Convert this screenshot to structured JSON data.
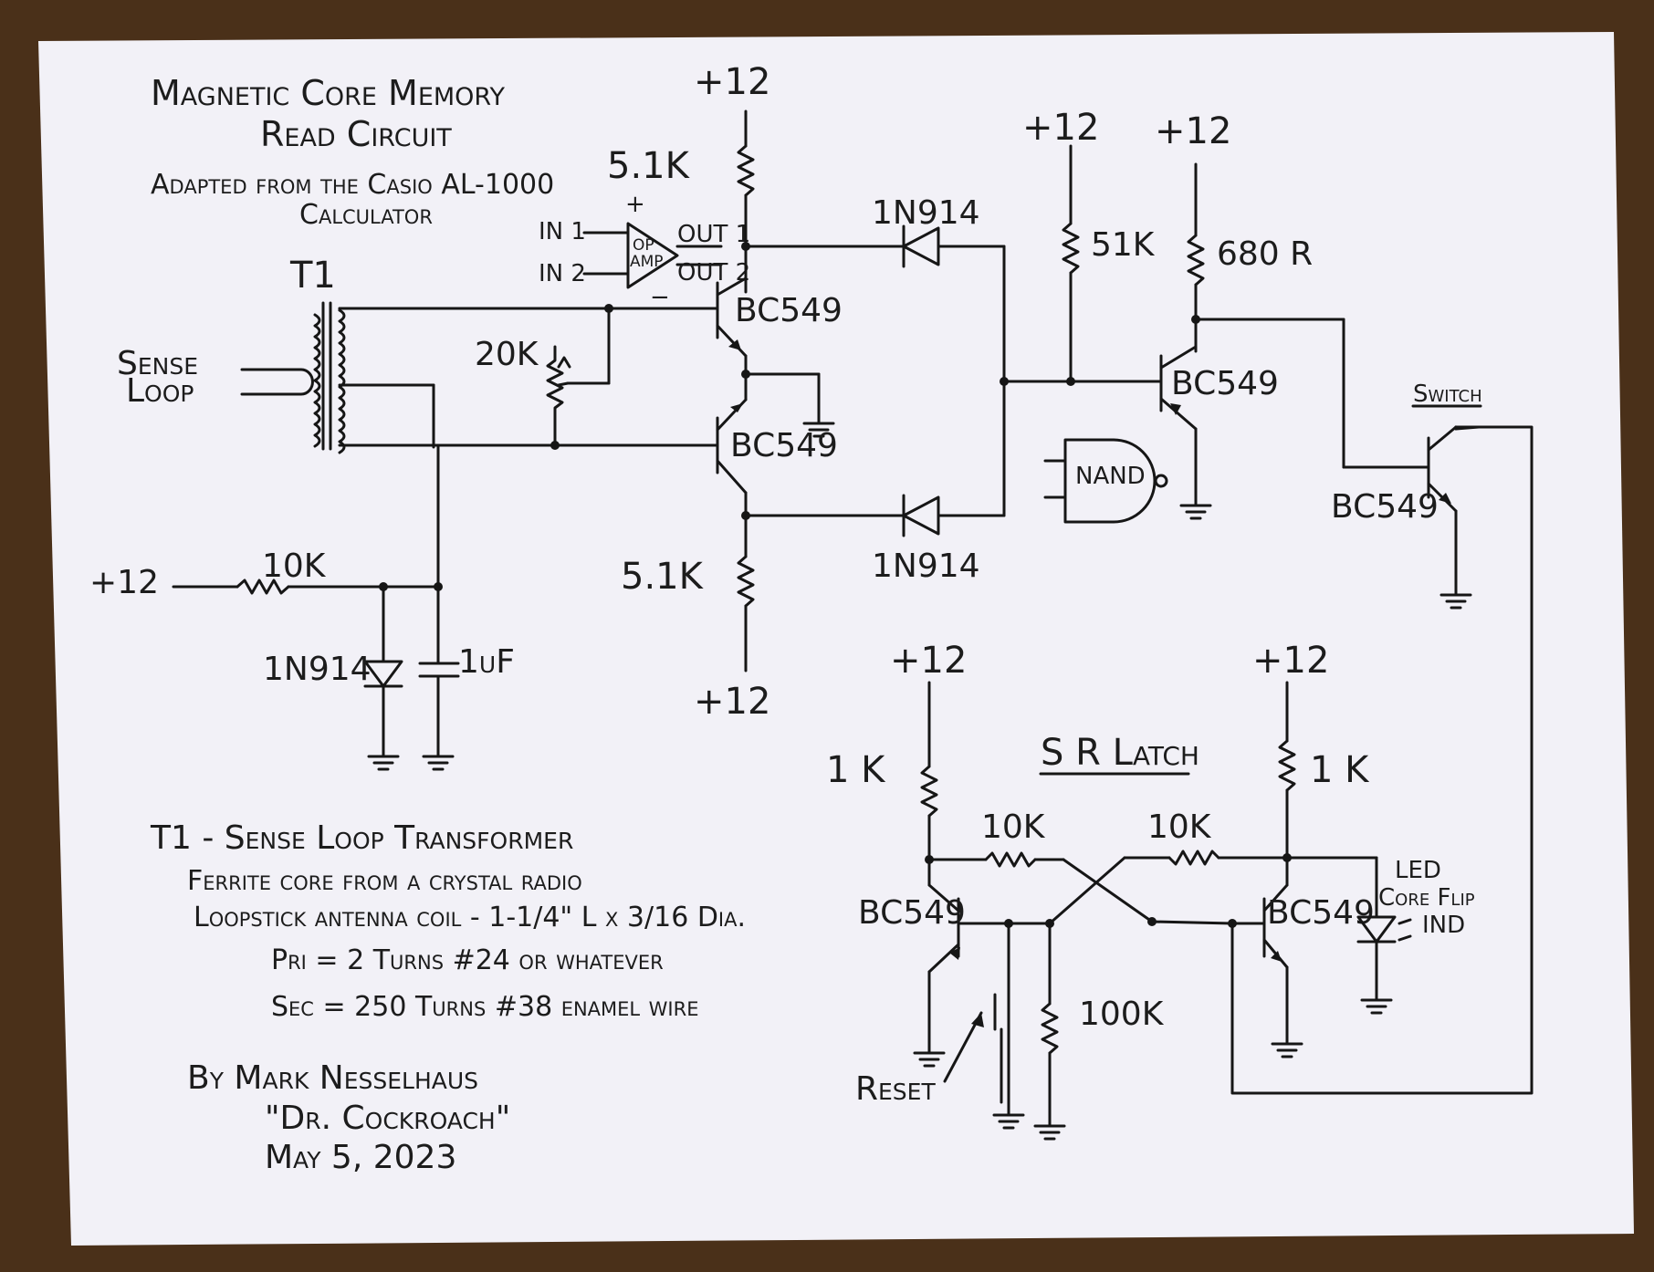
{
  "title": {
    "line1": "Magnetic Core Memory",
    "line2": "Read Circuit",
    "sub1": "Adapted from the Casio AL-1000",
    "sub2": "Calculator"
  },
  "labels": {
    "t1": "T1",
    "sense_loop_1": "Sense",
    "sense_loop_2": "Loop",
    "r_20k": "20K",
    "r_10k_bias": "10K",
    "r_5k1_top": "5.1K",
    "r_5k1_bottom": "5.1K",
    "r_51k": "51K",
    "r_680r": "680 R",
    "diode_top": "1N914",
    "diode_bottom": "1N914",
    "diode_bias": "1N914",
    "cap": "1uF",
    "q1": "BC549",
    "q2": "BC549",
    "q3": "BC549",
    "q_switch": "BC549",
    "q_latch_left": "BC549",
    "q_latch_right": "BC549",
    "opamp_in1": "IN 1",
    "opamp_in2": "IN 2",
    "opamp_out1": "OUT 1",
    "opamp_out2": "OUT 2",
    "opamp_body_1": "OP",
    "opamp_body_2": "AMP",
    "opamp_plus": "+",
    "opamp_minus": "−",
    "nand": "NAND",
    "switch_label": "Switch",
    "sr_latch": "S R Latch",
    "latch_r_1k_left": "1 K",
    "latch_r_1k_right": "1 K",
    "latch_r_10k_left": "10K",
    "latch_r_10k_right": "10K",
    "latch_r_100k": "100K",
    "reset": "Reset",
    "led_1": "LED",
    "led_2": "Core Flip",
    "led_3": "IND"
  },
  "supply": {
    "top_5k1": "+12",
    "bottom_5k1": "+12",
    "bias": "+12",
    "r51k": "+12",
    "r680": "+12",
    "latch_left": "+12",
    "latch_right": "+12"
  },
  "notes": {
    "t1_heading": "T1 - Sense Loop Transformer",
    "line1": "Ferrite core from a crystal radio",
    "line2": "Loopstick antenna coil - 1-1/4\" L x 3/16 Dia.",
    "line3": "Pri = 2 Turns #24 or whatever",
    "line4": "Sec = 250 Turns #38 enamel wire"
  },
  "author": {
    "line1": "By Mark Nesselhaus",
    "line2": "\"Dr. Cockroach\"",
    "line3": "May 5, 2023"
  },
  "colors": {
    "paper": "#f2f1f7",
    "ink": "#161616",
    "background": "#4a3019"
  }
}
